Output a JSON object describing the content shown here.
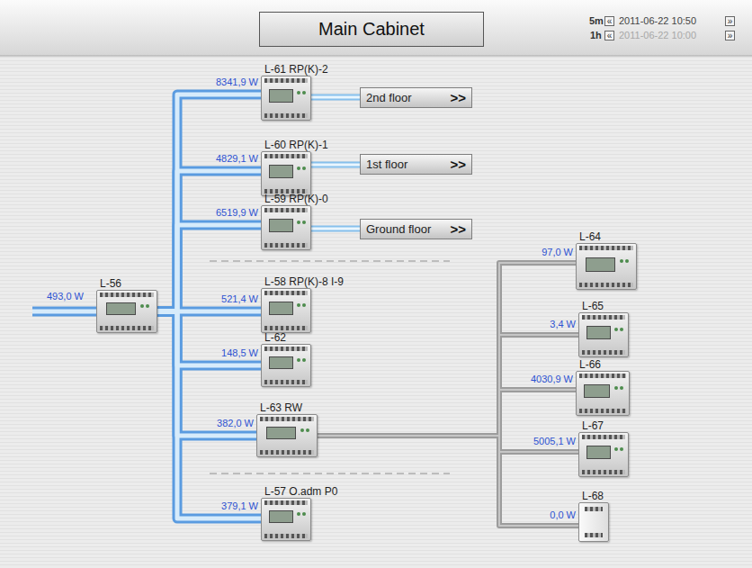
{
  "diagram": {
    "title": "Main Cabinet",
    "nodes": [
      {
        "text": [
          "L-56"
        ]
      },
      {
        "text": [
          "L-61 RP(K)-2"
        ]
      },
      {
        "text": [
          "2nd floor",
          ">>"
        ]
      },
      {
        "text": [
          "L-60 RP(K)-1"
        ]
      },
      {
        "text": [
          "1st floor",
          ">>"
        ]
      },
      {
        "text": [
          "L-59 RP(K)-0"
        ]
      },
      {
        "text": [
          "Ground floor",
          ">>"
        ]
      },
      {
        "text": [
          "L-58 RP(K)-8 I-9"
        ]
      },
      {
        "text": [
          "L-62"
        ]
      },
      {
        "text": [
          "L-63 RW"
        ]
      },
      {
        "text": [
          "L-57 O.adm P0"
        ]
      },
      {
        "text": [
          "L-64"
        ]
      },
      {
        "text": [
          "L-65"
        ]
      },
      {
        "text": [
          "L-66"
        ]
      },
      {
        "text": [
          "L-67"
        ]
      },
      {
        "text": [
          "L-68"
        ]
      }
    ],
    "edges": [
      {
        "from": 0,
        "to": 1,
        "arrow": "none",
        "label": "8341,9 W"
      },
      {
        "from": 0,
        "to": 3,
        "arrow": "none",
        "label": "4829,1 W"
      },
      {
        "from": 0,
        "to": 5,
        "arrow": "none",
        "label": "6519,9 W"
      },
      {
        "from": 0,
        "to": 7,
        "arrow": "none",
        "label": "521,4 W"
      },
      {
        "from": 0,
        "to": 8,
        "arrow": "none",
        "label": "148,5 W"
      },
      {
        "from": 0,
        "to": 9,
        "arrow": "none",
        "label": "382,0 W"
      },
      {
        "from": 0,
        "to": 10,
        "arrow": "none",
        "label": "379,1 W"
      },
      {
        "from": 1,
        "to": 2,
        "arrow": "none"
      },
      {
        "from": 3,
        "to": 4,
        "arrow": "none"
      },
      {
        "from": 5,
        "to": 6,
        "arrow": "none"
      },
      {
        "from": 9,
        "to": 11,
        "arrow": "none",
        "label": "97,0 W"
      },
      {
        "from": 9,
        "to": 12,
        "arrow": "none",
        "label": "3,4 W"
      },
      {
        "from": 9,
        "to": 13,
        "arrow": "none",
        "label": "4030,9 W"
      },
      {
        "from": 9,
        "to": 14,
        "arrow": "none",
        "label": "5005,1 W"
      },
      {
        "from": 9,
        "to": 15,
        "arrow": "none",
        "label": "0,0 W"
      }
    ],
    "labels": [
      "493,0 W",
      "5m",
      "«",
      "2011-06-22 10:50",
      "»",
      "1h",
      "«",
      "2011-06-22 10:00",
      "»"
    ]
  }
}
